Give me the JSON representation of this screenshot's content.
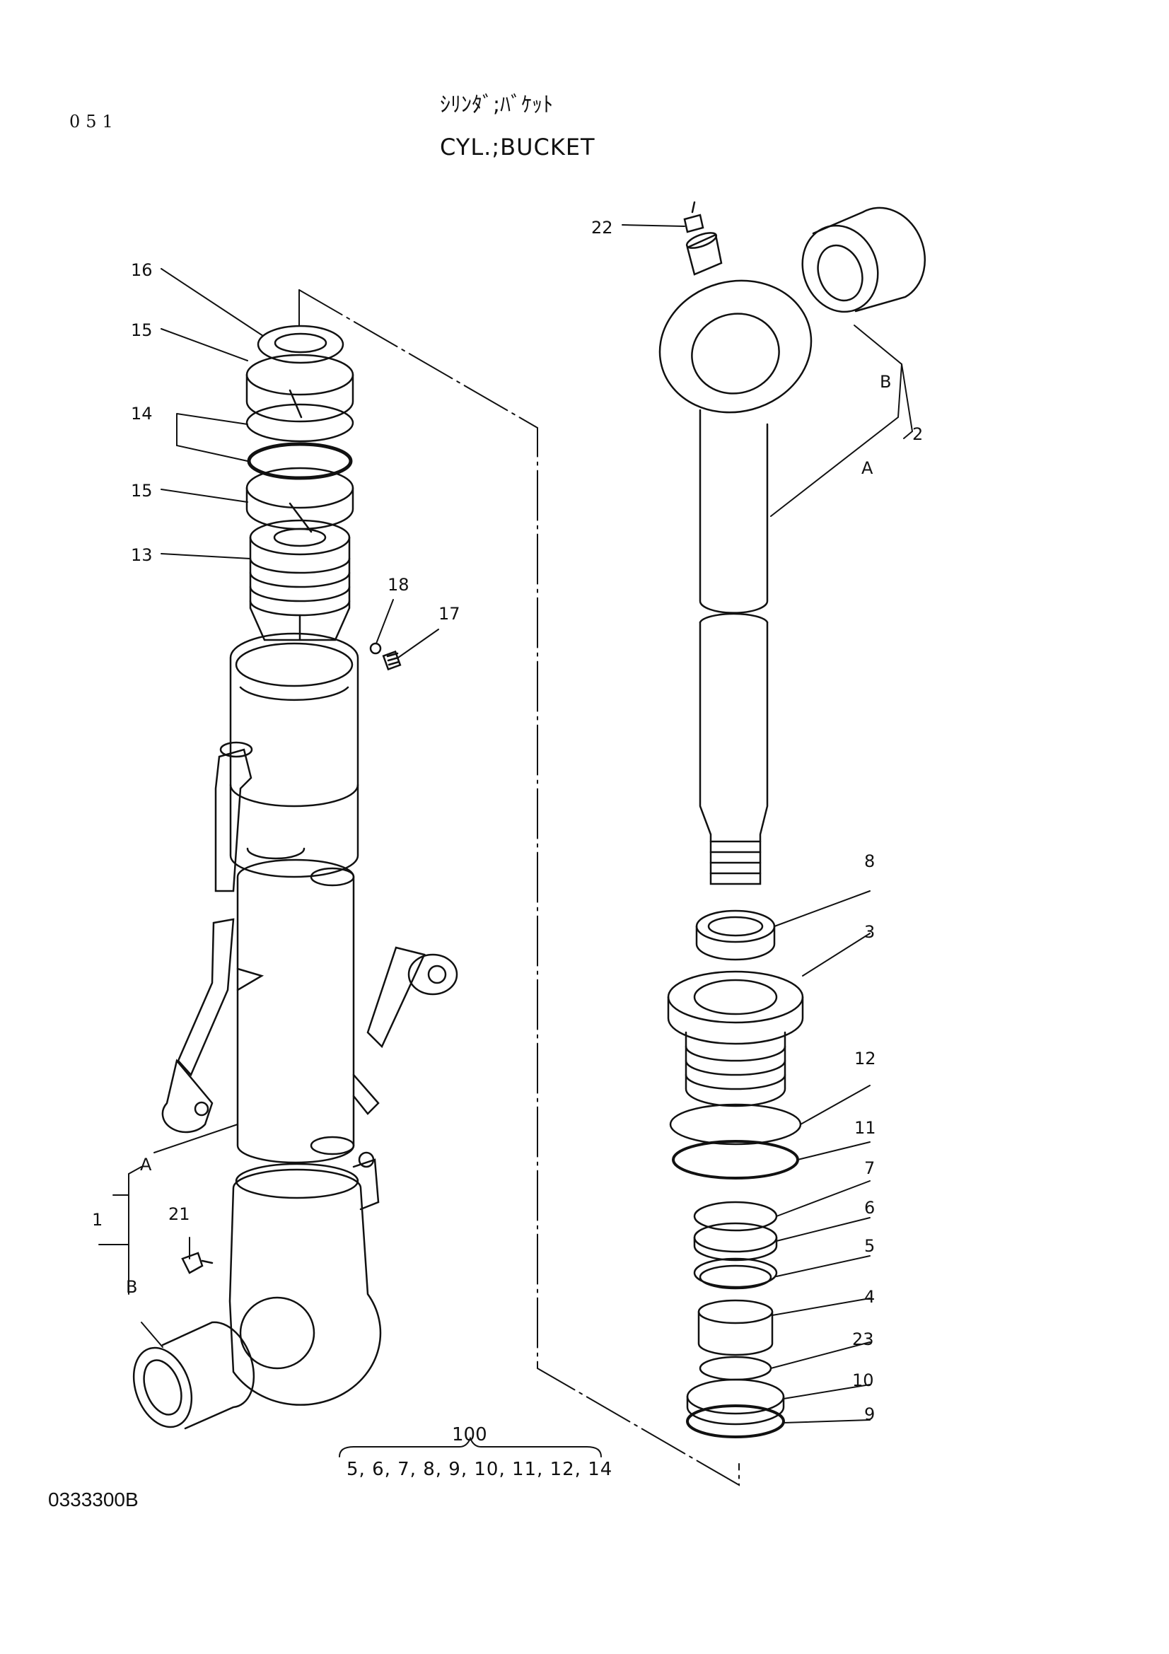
{
  "page_number": "051",
  "title_jp": "ｼﾘﾝﾀﾞ;ﾊﾞｹｯﾄ",
  "title_en": "CYL.;BUCKET",
  "drawing_code": "0333300B",
  "kit": {
    "number": "100",
    "parts": "5, 6, 7, 8, 9, 10, 11, 12, 14"
  },
  "callouts": {
    "c16": "16",
    "c15a": "15",
    "c14": "14",
    "c15b": "15",
    "c13": "13",
    "c18": "18",
    "c17": "17",
    "cA_left": "A",
    "c1": "1",
    "c21": "21",
    "cB_left": "B",
    "c22": "22",
    "cB_right": "B",
    "c2": "2",
    "cA_right": "A",
    "c8": "8",
    "c3": "3",
    "c12": "12",
    "c11": "11",
    "c7": "7",
    "c6": "6",
    "c5": "5",
    "c4": "4",
    "c23": "23",
    "c10": "10",
    "c9": "9"
  }
}
